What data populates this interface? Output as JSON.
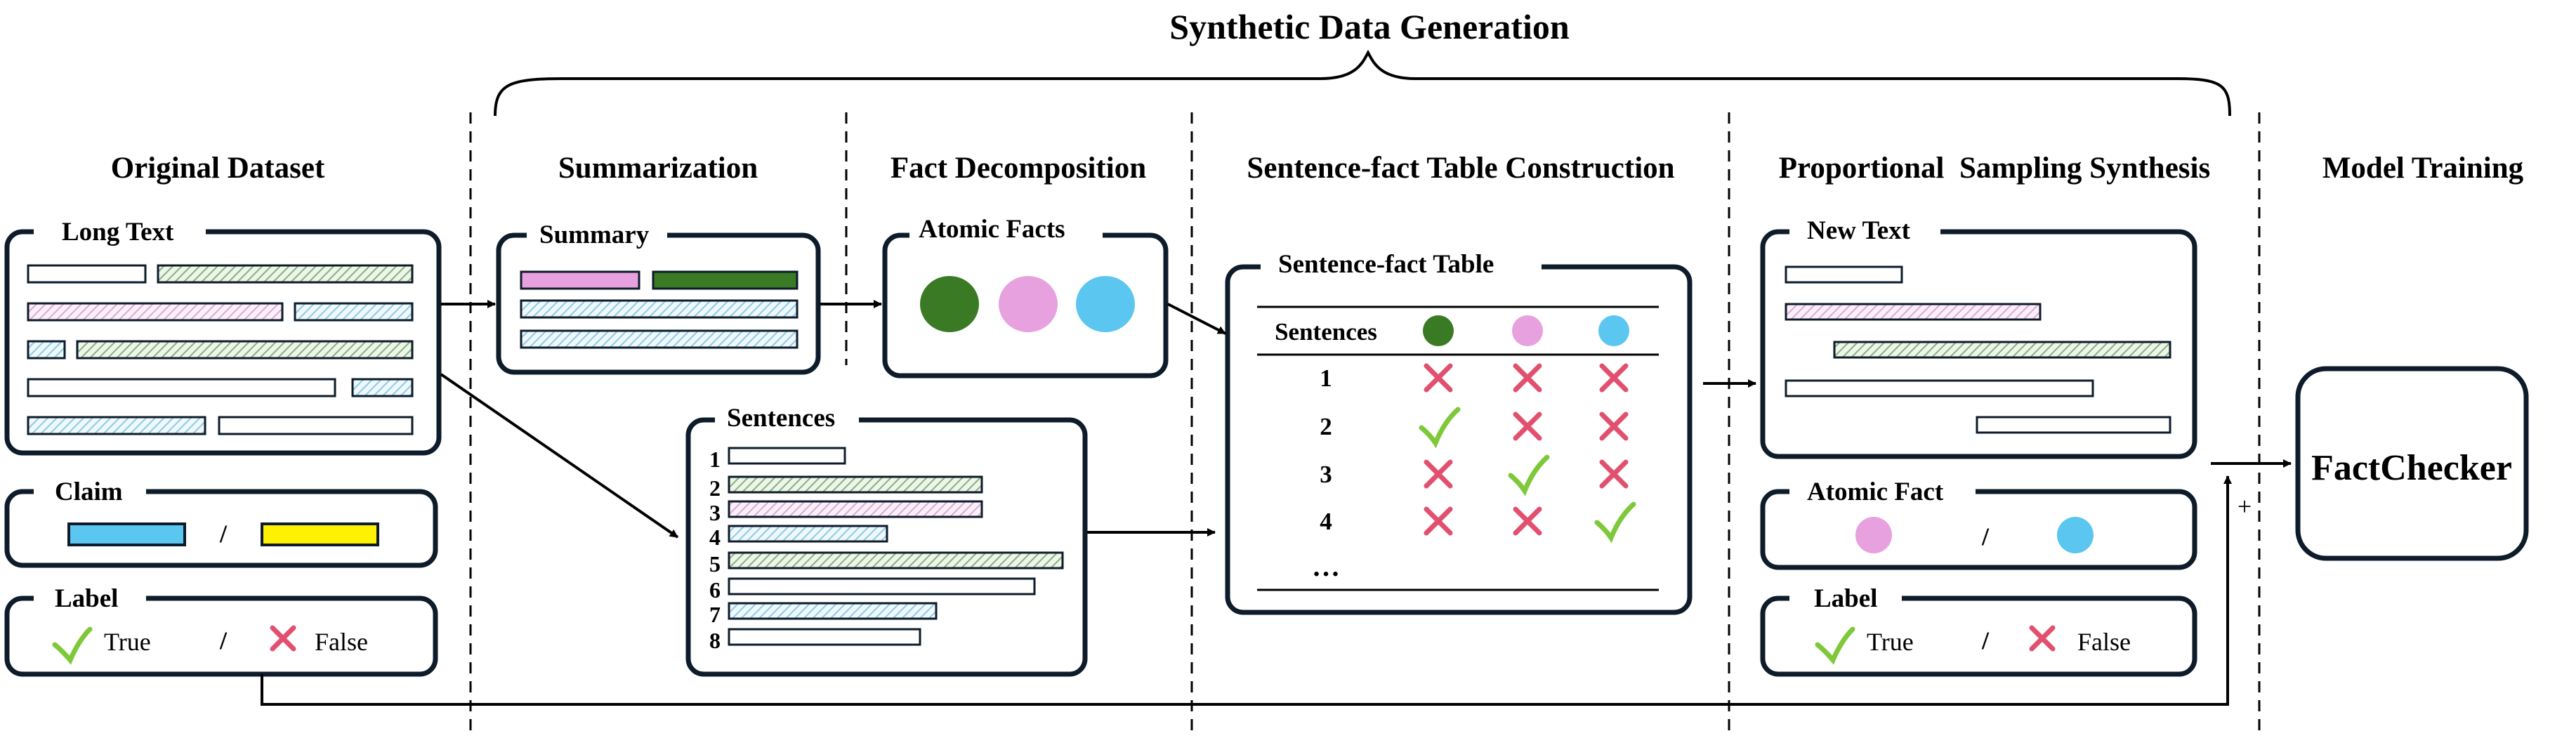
{
  "title": "Synthetic Data Generation",
  "stages": {
    "original": "Original Dataset",
    "summarization": "Summarization",
    "fact_decomposition": "Fact Decomposition",
    "table_construction": "Sentence-fact Table Construction",
    "sampling": "Proportional  Sampling Synthesis",
    "training": "Model Training"
  },
  "boxes": {
    "long_text": "Long Text",
    "claim": "Claim",
    "label_left": "Label",
    "summary": "Summary",
    "atomic_facts": "Atomic Facts",
    "sentences": "Sentences",
    "table": "Sentence-fact Table",
    "new_text": "New Text",
    "atomic_fact": "Atomic Fact",
    "label_right": "Label",
    "model": "FactChecker"
  },
  "labels": {
    "true": "True",
    "false": "False",
    "sep": "/",
    "plus": "+"
  },
  "sentence_numbers": [
    "1",
    "2",
    "3",
    "4",
    "5",
    "6",
    "7",
    "8"
  ],
  "table": {
    "header": "Sentences",
    "rows": [
      {
        "id": "1",
        "cells": [
          "x",
          "x",
          "x"
        ]
      },
      {
        "id": "2",
        "cells": [
          "check",
          "x",
          "x"
        ]
      },
      {
        "id": "3",
        "cells": [
          "x",
          "check",
          "x"
        ]
      },
      {
        "id": "4",
        "cells": [
          "x",
          "x",
          "check"
        ]
      }
    ],
    "ellipsis": "…"
  },
  "colors": {
    "green": "#3a7a24",
    "pink": "#e7a1de",
    "blue": "#5bc6f0",
    "yellow": "#fff200",
    "cross": "#e2506f",
    "check": "#7ec83a",
    "hatch_green": "#a9c99d",
    "hatch_pink": "#e9bfe3",
    "hatch_blue": "#a9dcef"
  }
}
